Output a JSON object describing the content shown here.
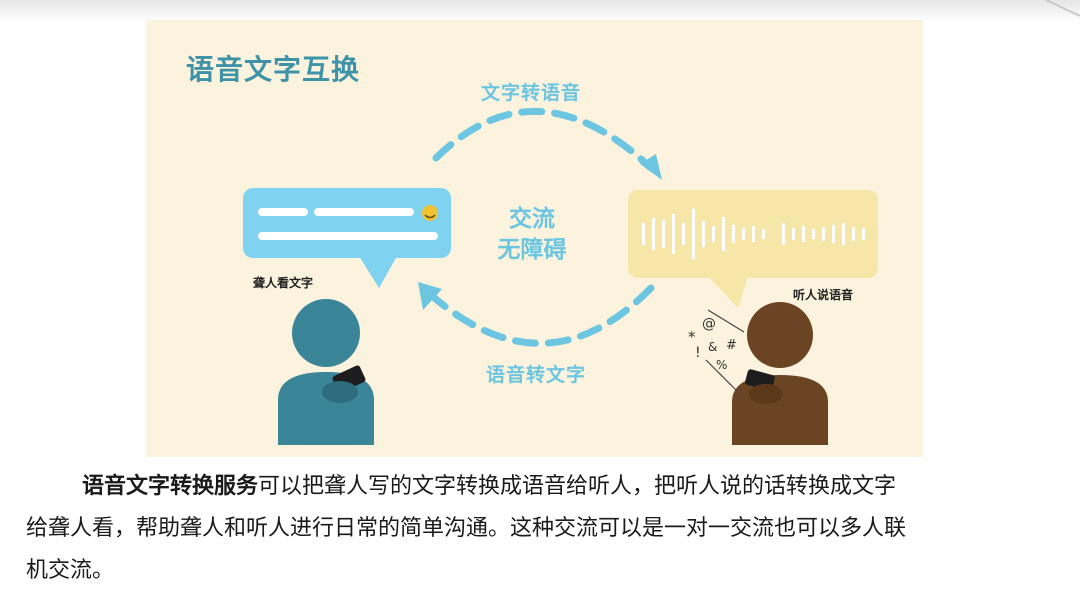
{
  "diagram": {
    "title": "语音文字互换",
    "top_arc_label": "文字转语音",
    "bottom_arc_label": "语音转文字",
    "center_line1": "交流",
    "center_line2": "无障碍",
    "deaf_person_label": "聋人看文字",
    "hearing_person_label": "听人说语音",
    "symbols": [
      "@",
      "*",
      "&",
      "#",
      "!",
      "%"
    ],
    "colors": {
      "background": "#fbf3dd",
      "title": "#3f93a8",
      "arrows": "#6cc5e1",
      "text_bubble": "#7fd3f0",
      "voice_bubble": "#f6e6a8",
      "deaf_person": "#3b8599",
      "hearing_person": "#6b4423"
    }
  },
  "paragraph": {
    "line1_bold": "语音文字转换服务",
    "line1_rest": "可以把聋人写的文字转换成语音给听人，把听人说的话转换成文字",
    "line2": "给聋人看，帮助聋人和听人进行日常的简单沟通。这种交流可以是一对一交流也可以多人联",
    "line3": "机交流。"
  }
}
